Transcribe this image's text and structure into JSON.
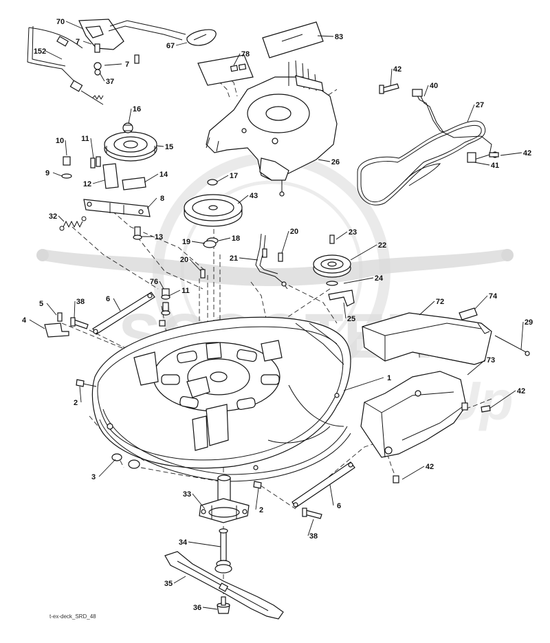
{
  "diagram": {
    "footer_label": "t-ex-deck_SRD_48",
    "watermark_text": "SCOOTER",
    "watermark_script": "Up",
    "colors": {
      "line": "#111111",
      "watermark": "#d9d9d9",
      "background": "#ffffff"
    },
    "callouts": [
      {
        "id": "c70",
        "label": "70"
      },
      {
        "id": "c7a",
        "label": "7"
      },
      {
        "id": "c7b",
        "label": "7"
      },
      {
        "id": "c152",
        "label": "152"
      },
      {
        "id": "c37",
        "label": "37"
      },
      {
        "id": "c67",
        "label": "67"
      },
      {
        "id": "c78",
        "label": "78"
      },
      {
        "id": "c83",
        "label": "83"
      },
      {
        "id": "c42a",
        "label": "42"
      },
      {
        "id": "c40",
        "label": "40"
      },
      {
        "id": "c27",
        "label": "27"
      },
      {
        "id": "c42b",
        "label": "42"
      },
      {
        "id": "c41",
        "label": "41"
      },
      {
        "id": "c16",
        "label": "16"
      },
      {
        "id": "c15",
        "label": "15"
      },
      {
        "id": "c10",
        "label": "10"
      },
      {
        "id": "c11a",
        "label": "11"
      },
      {
        "id": "c9",
        "label": "9"
      },
      {
        "id": "c12",
        "label": "12"
      },
      {
        "id": "c14",
        "label": "14"
      },
      {
        "id": "c8",
        "label": "8"
      },
      {
        "id": "c32",
        "label": "32"
      },
      {
        "id": "c13",
        "label": "13"
      },
      {
        "id": "c26",
        "label": "26"
      },
      {
        "id": "c17",
        "label": "17"
      },
      {
        "id": "c43",
        "label": "43"
      },
      {
        "id": "c19",
        "label": "19"
      },
      {
        "id": "c18",
        "label": "18"
      },
      {
        "id": "c20a",
        "label": "20"
      },
      {
        "id": "c23",
        "label": "23"
      },
      {
        "id": "c21",
        "label": "21"
      },
      {
        "id": "c22",
        "label": "22"
      },
      {
        "id": "c20b",
        "label": "20"
      },
      {
        "id": "c76",
        "label": "76"
      },
      {
        "id": "c11b",
        "label": "11"
      },
      {
        "id": "c24",
        "label": "24"
      },
      {
        "id": "c5",
        "label": "5"
      },
      {
        "id": "c38a",
        "label": "38"
      },
      {
        "id": "c6a",
        "label": "6"
      },
      {
        "id": "c72",
        "label": "72"
      },
      {
        "id": "c74",
        "label": "74"
      },
      {
        "id": "c25",
        "label": "25"
      },
      {
        "id": "c4",
        "label": "4"
      },
      {
        "id": "c29",
        "label": "29"
      },
      {
        "id": "c1",
        "label": "1"
      },
      {
        "id": "c73",
        "label": "73"
      },
      {
        "id": "c2a",
        "label": "2"
      },
      {
        "id": "c42c",
        "label": "42"
      },
      {
        "id": "c3",
        "label": "3"
      },
      {
        "id": "c42d",
        "label": "42"
      },
      {
        "id": "c33",
        "label": "33"
      },
      {
        "id": "c2b",
        "label": "2"
      },
      {
        "id": "c6b",
        "label": "6"
      },
      {
        "id": "c38b",
        "label": "38"
      },
      {
        "id": "c34",
        "label": "34"
      },
      {
        "id": "c35",
        "label": "35"
      },
      {
        "id": "c36",
        "label": "36"
      }
    ]
  }
}
